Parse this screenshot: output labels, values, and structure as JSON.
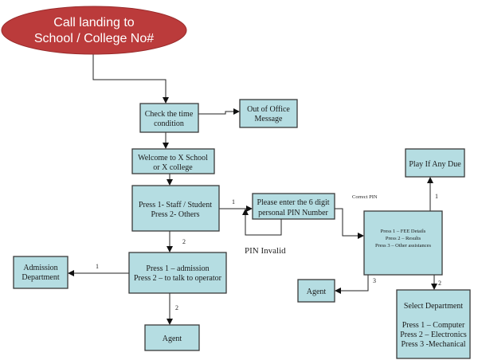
{
  "start": {
    "line1": "Call landing to",
    "line2": "School / College No#"
  },
  "check_time": {
    "line1": "Check the time",
    "line2": "condition"
  },
  "out_of_office": {
    "line1": "Out of Office",
    "line2": "Message"
  },
  "welcome": {
    "line1": "Welcome to X School",
    "line2": "or X college"
  },
  "main_menu": {
    "line1": "Press 1- Staff / Student",
    "line2": "Press 2- Others"
  },
  "pin": {
    "line1": "Please enter the 6 digit",
    "line2": "personal PIN Number"
  },
  "student_menu": {
    "line1": "Press 1 – FEE Details",
    "line2": "Press 2 – Results",
    "line3": "Press 3 – Other assistances"
  },
  "play_due": {
    "label": "Play If Any Due"
  },
  "others_menu": {
    "line1": "Press 1 – admission",
    "line2": "Press 2 – to talk to operator"
  },
  "admission": {
    "line1": "Admission",
    "line2": "Department"
  },
  "agent_bottom": {
    "label": "Agent"
  },
  "agent_mid": {
    "label": "Agent"
  },
  "select_dept": {
    "title": "Select Department",
    "line1": "Press 1 – Computer",
    "line2": "Press 2 – Electronics",
    "line3": "Press 3 -Mechanical"
  },
  "edge_labels": {
    "main_1": "1",
    "main_2": "2",
    "pin_invalid": "PIN Invalid",
    "correct_pin": "Correct PIN",
    "student_1": "1",
    "student_2": "2",
    "student_3": "3",
    "others_1": "1",
    "others_2": "2"
  },
  "colors": {
    "box_fill": "#b5dde2",
    "start_fill": "#bb3b3b"
  }
}
